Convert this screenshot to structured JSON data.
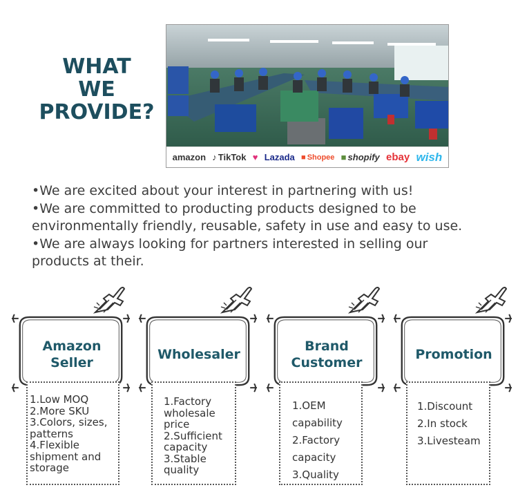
{
  "hero": {
    "title_lines": [
      "WHAT",
      "WE",
      "PROVIDE?"
    ]
  },
  "photo": {
    "logos": [
      {
        "label": "amazon",
        "color": "#111111",
        "icon": "amazon-smile"
      },
      {
        "label": "TikTok",
        "color": "#111111",
        "icon": "tiktok-note"
      },
      {
        "label": "",
        "color": "#e0307a",
        "icon": "heart"
      },
      {
        "label": "Lazada",
        "color": "#1a2a8a",
        "icon": "none"
      },
      {
        "label": "Shopee",
        "color": "#ee4d2d",
        "icon": "shopee-bag"
      },
      {
        "label": "shopify",
        "color": "#1d1d1d",
        "icon": "shopify-bag"
      },
      {
        "label": "ebay",
        "color": "#e53238",
        "icon": "none"
      },
      {
        "label": "wish",
        "color": "#2fb7ec",
        "icon": "none"
      }
    ]
  },
  "intro": {
    "lines": [
      "•We are excited about your interest in partnering with us!",
      "•We are committed to producting products designed to be",
      "environmentally friendly, reusable, safety in use and easy to use.",
      "•We are always looking for partners interested in selling our",
      "products at their."
    ]
  },
  "cards": [
    {
      "title_lines": [
        "Amazon",
        "Seller"
      ],
      "items": [
        "1.Low MOQ",
        "2.More SKU",
        "3.Colors, sizes,",
        "patterns",
        "4.Flexible",
        "shipment and",
        "storage"
      ]
    },
    {
      "title_lines": [
        "Wholesaler"
      ],
      "items": [
        "1.Factory",
        "wholesale",
        "price",
        "2.Sufficient",
        "capacity",
        "3.Stable",
        "quality"
      ]
    },
    {
      "title_lines": [
        "Brand",
        "Customer"
      ],
      "items": [
        "1.OEM",
        "capability",
        "2.Factory",
        "capacity",
        "3.Quality"
      ]
    },
    {
      "title_lines": [
        "Promotion"
      ],
      "items": [
        "1.Discount",
        "2.In stock",
        "3.Livesteam"
      ]
    }
  ]
}
